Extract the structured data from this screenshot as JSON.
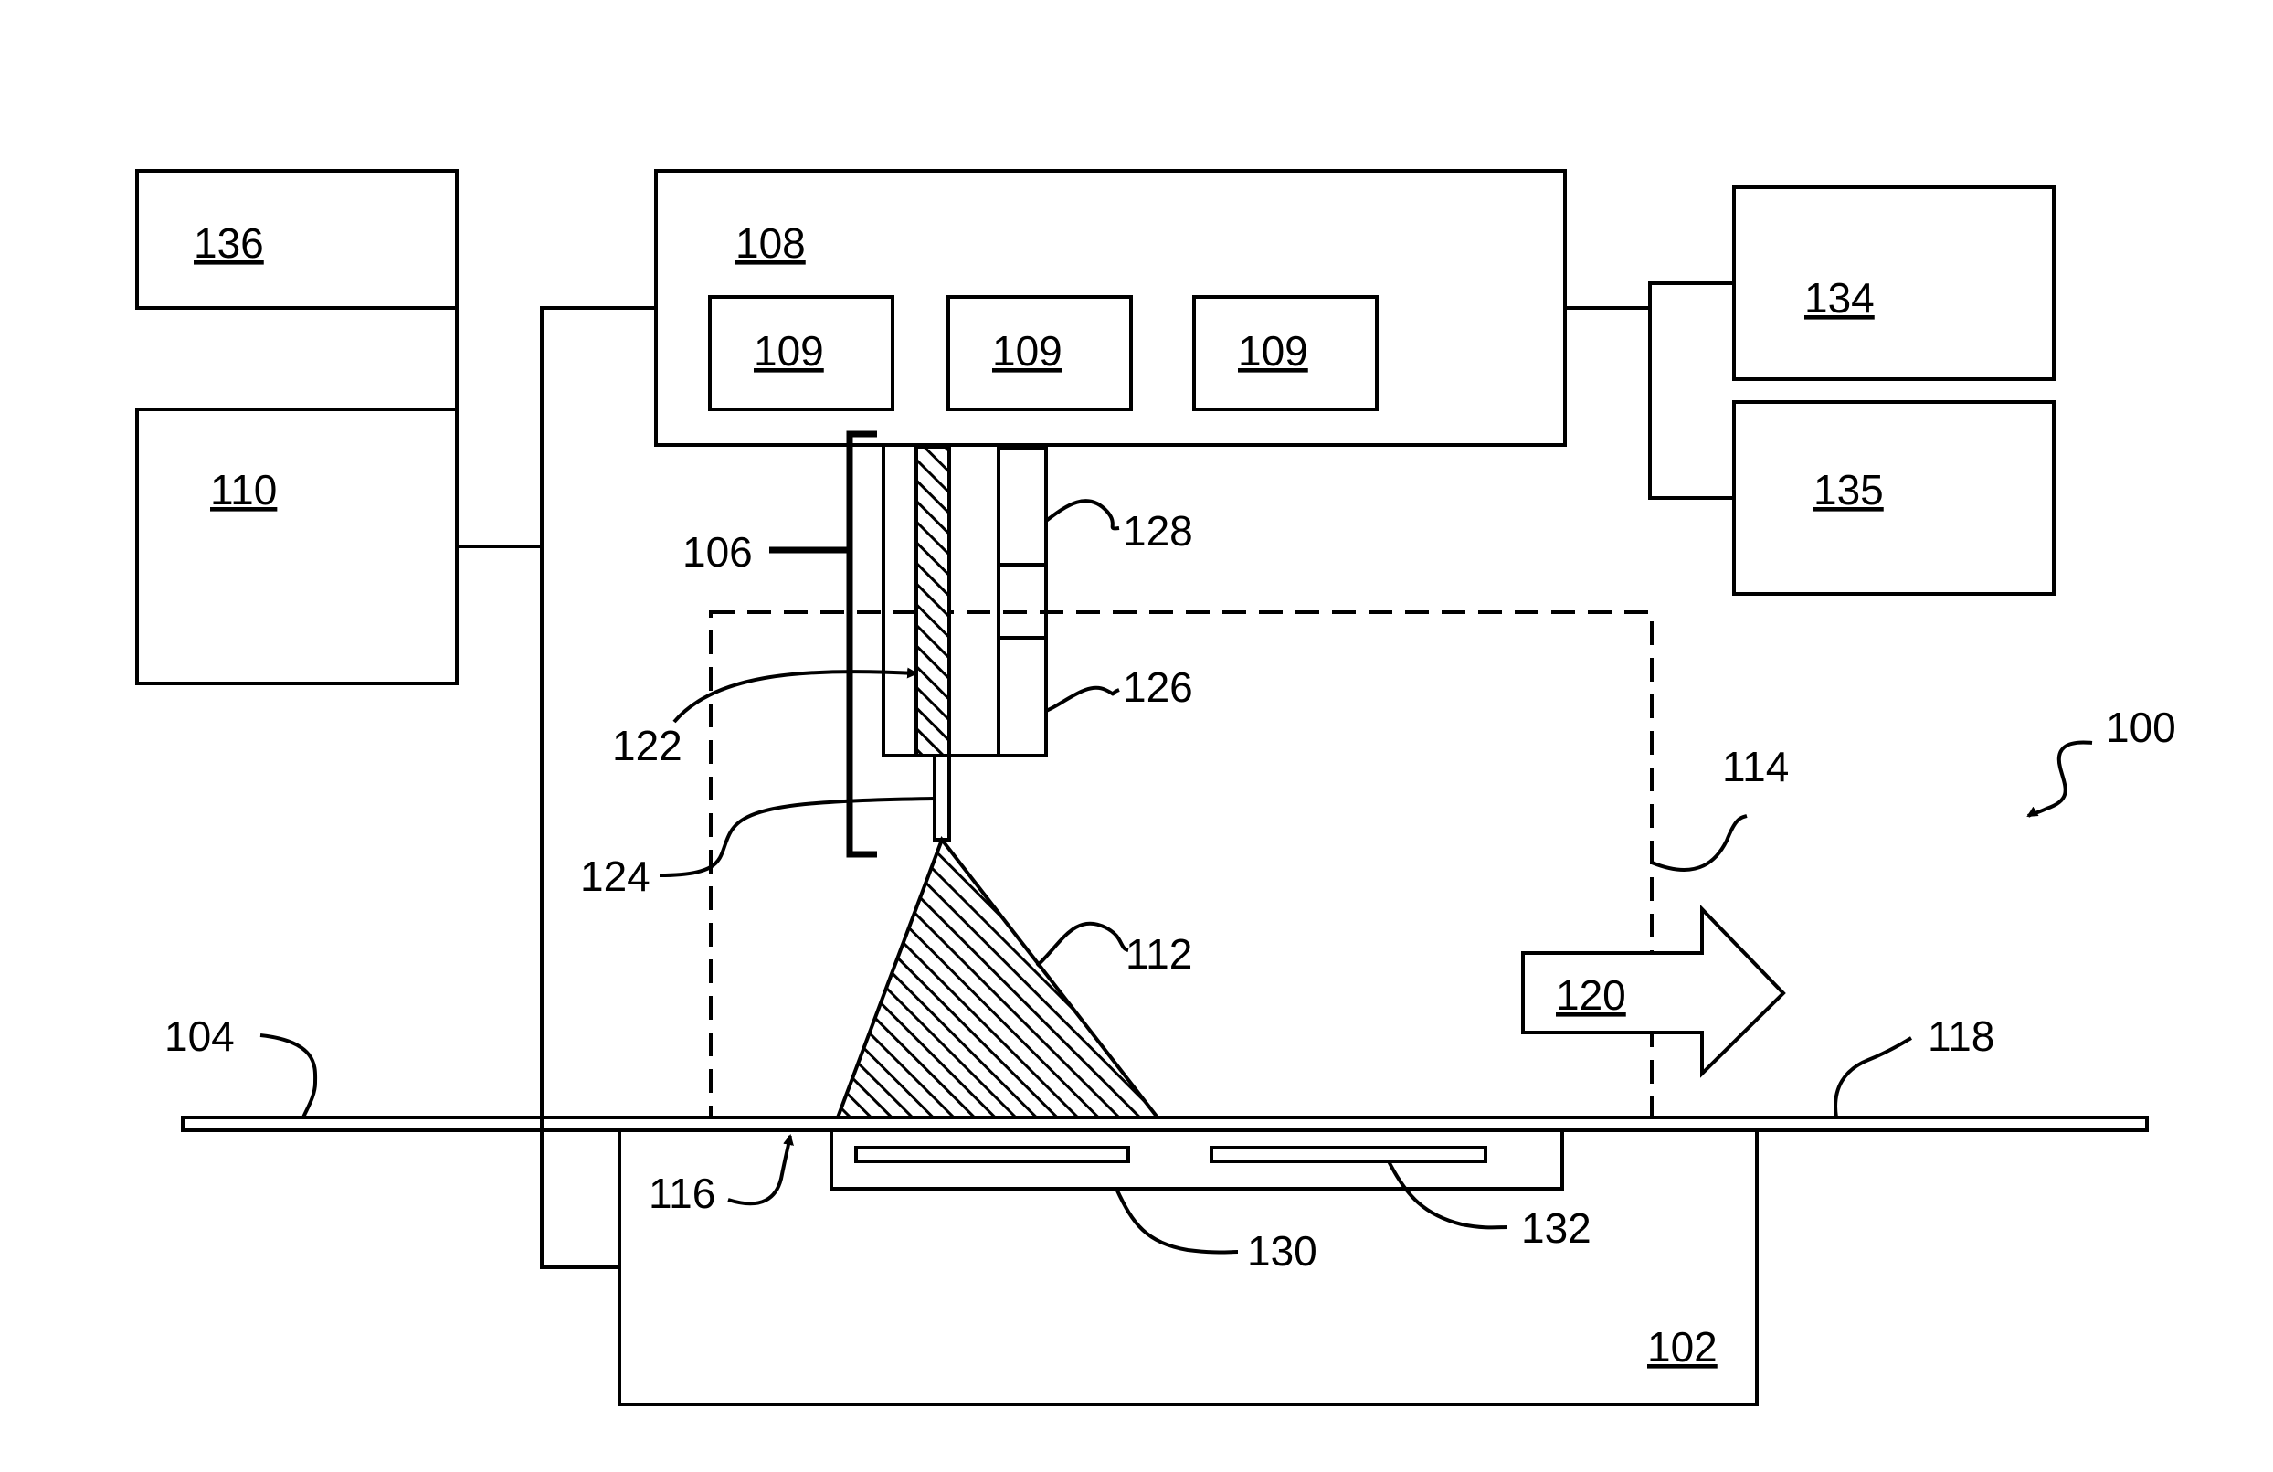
{
  "labels": {
    "l100": "100",
    "l102": "102",
    "l104": "104",
    "l106": "106",
    "l108": "108",
    "l109a": "109",
    "l109b": "109",
    "l109c": "109",
    "l110": "110",
    "l112": "112",
    "l114": "114",
    "l116": "116",
    "l118": "118",
    "l120": "120",
    "l122": "122",
    "l124": "124",
    "l126": "126",
    "l128": "128",
    "l130": "130",
    "l132": "132",
    "l134": "134",
    "l135": "135",
    "l136": "136"
  }
}
